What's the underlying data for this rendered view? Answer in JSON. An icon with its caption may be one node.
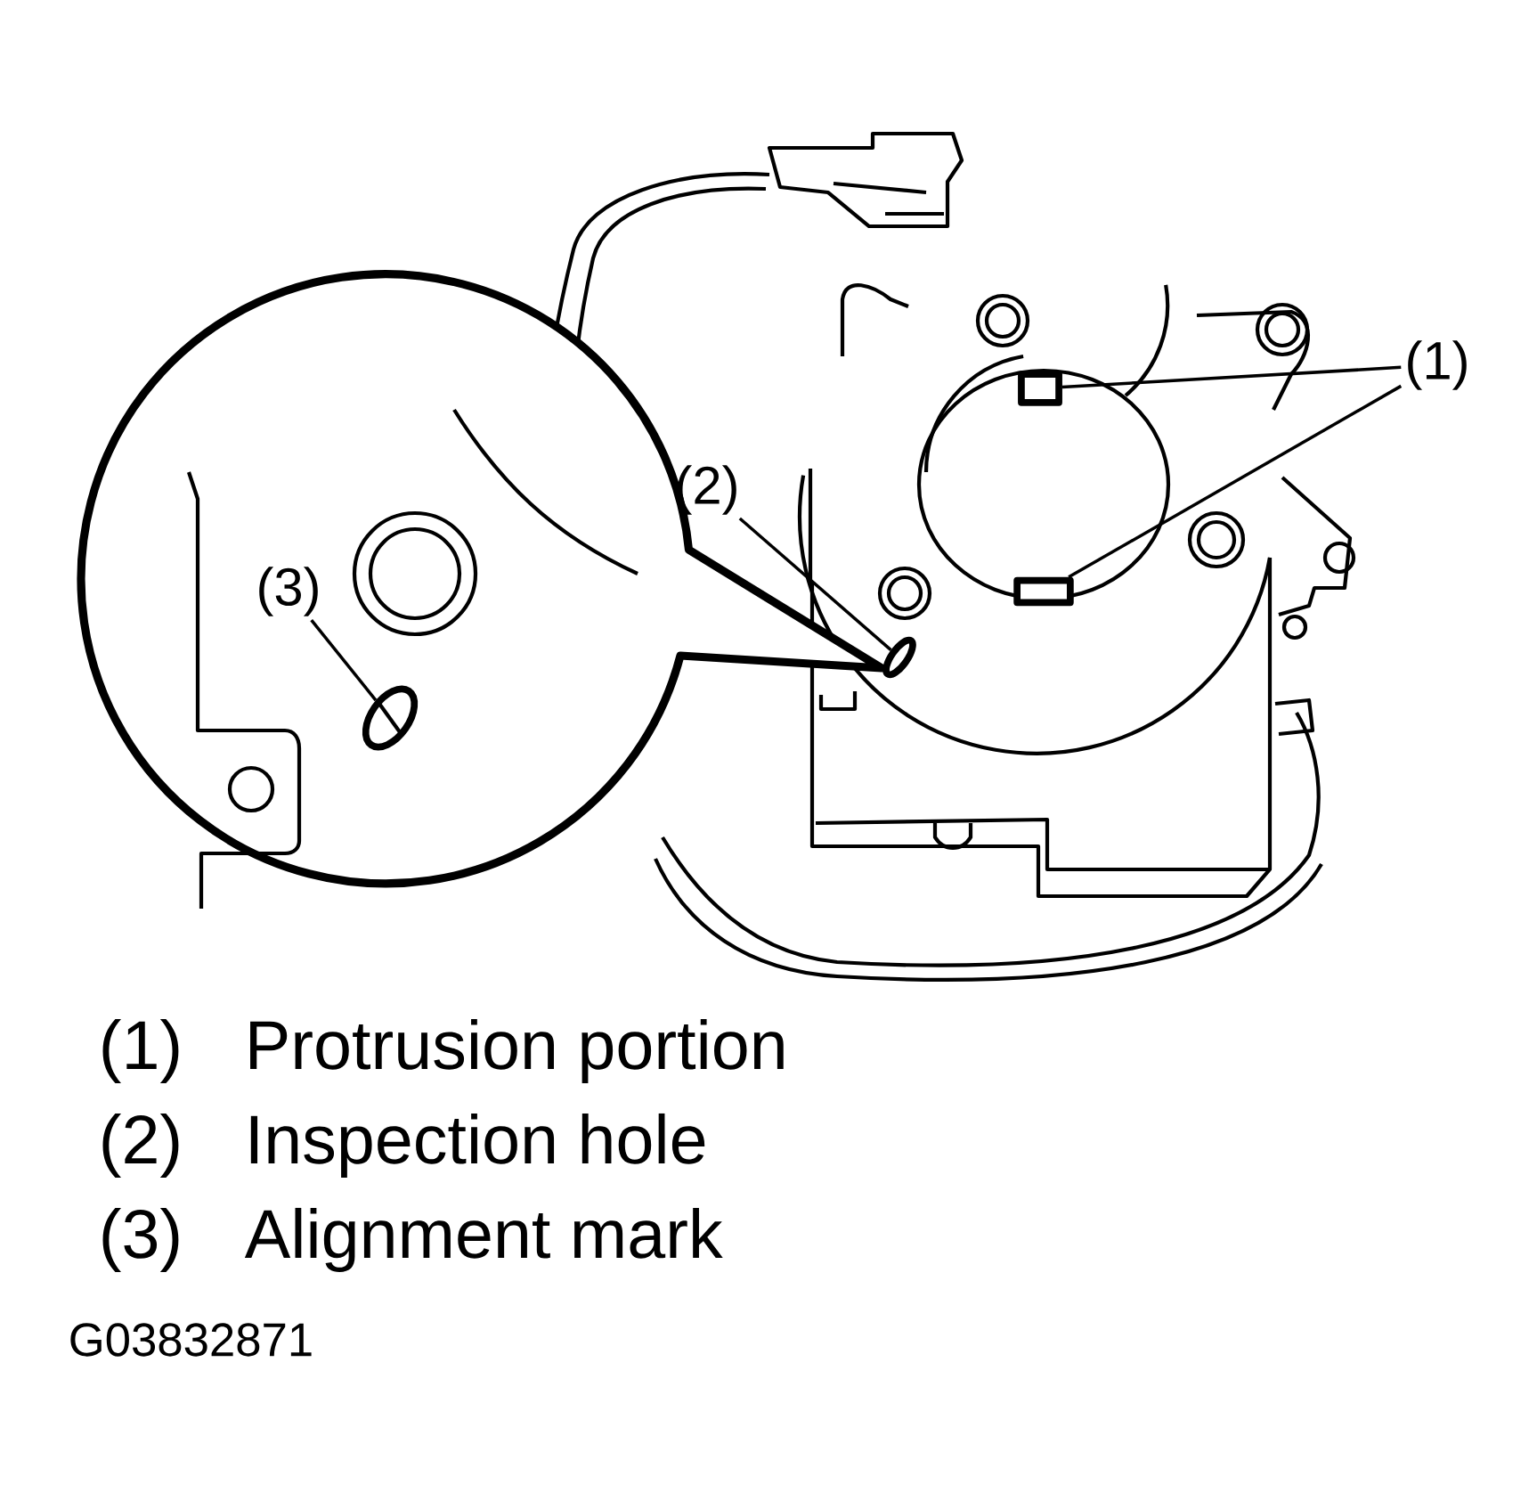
{
  "diagram": {
    "nodes": [
      {
        "text": [
          "(1)"
        ]
      },
      {
        "text": [],
        "shape": "box"
      },
      {
        "text": [],
        "shape": "box"
      },
      {
        "text": [
          "(2)"
        ]
      },
      {
        "text": [],
        "shape": "circle"
      },
      {
        "text": [
          "(3)"
        ]
      },
      {
        "text": [],
        "shape": "circle"
      }
    ],
    "edges": [
      {
        "from": 0,
        "to": 1,
        "arrow": "none"
      },
      {
        "from": 0,
        "to": 2,
        "arrow": "none"
      },
      {
        "from": 3,
        "to": 4,
        "arrow": "none"
      },
      {
        "from": 5,
        "to": 6,
        "arrow": "none"
      }
    ],
    "labels": [
      "(1)",
      "Protrusion portion",
      "(2)",
      "Inspection hole",
      "(3)",
      "Alignment mark",
      "G03832871"
    ]
  }
}
